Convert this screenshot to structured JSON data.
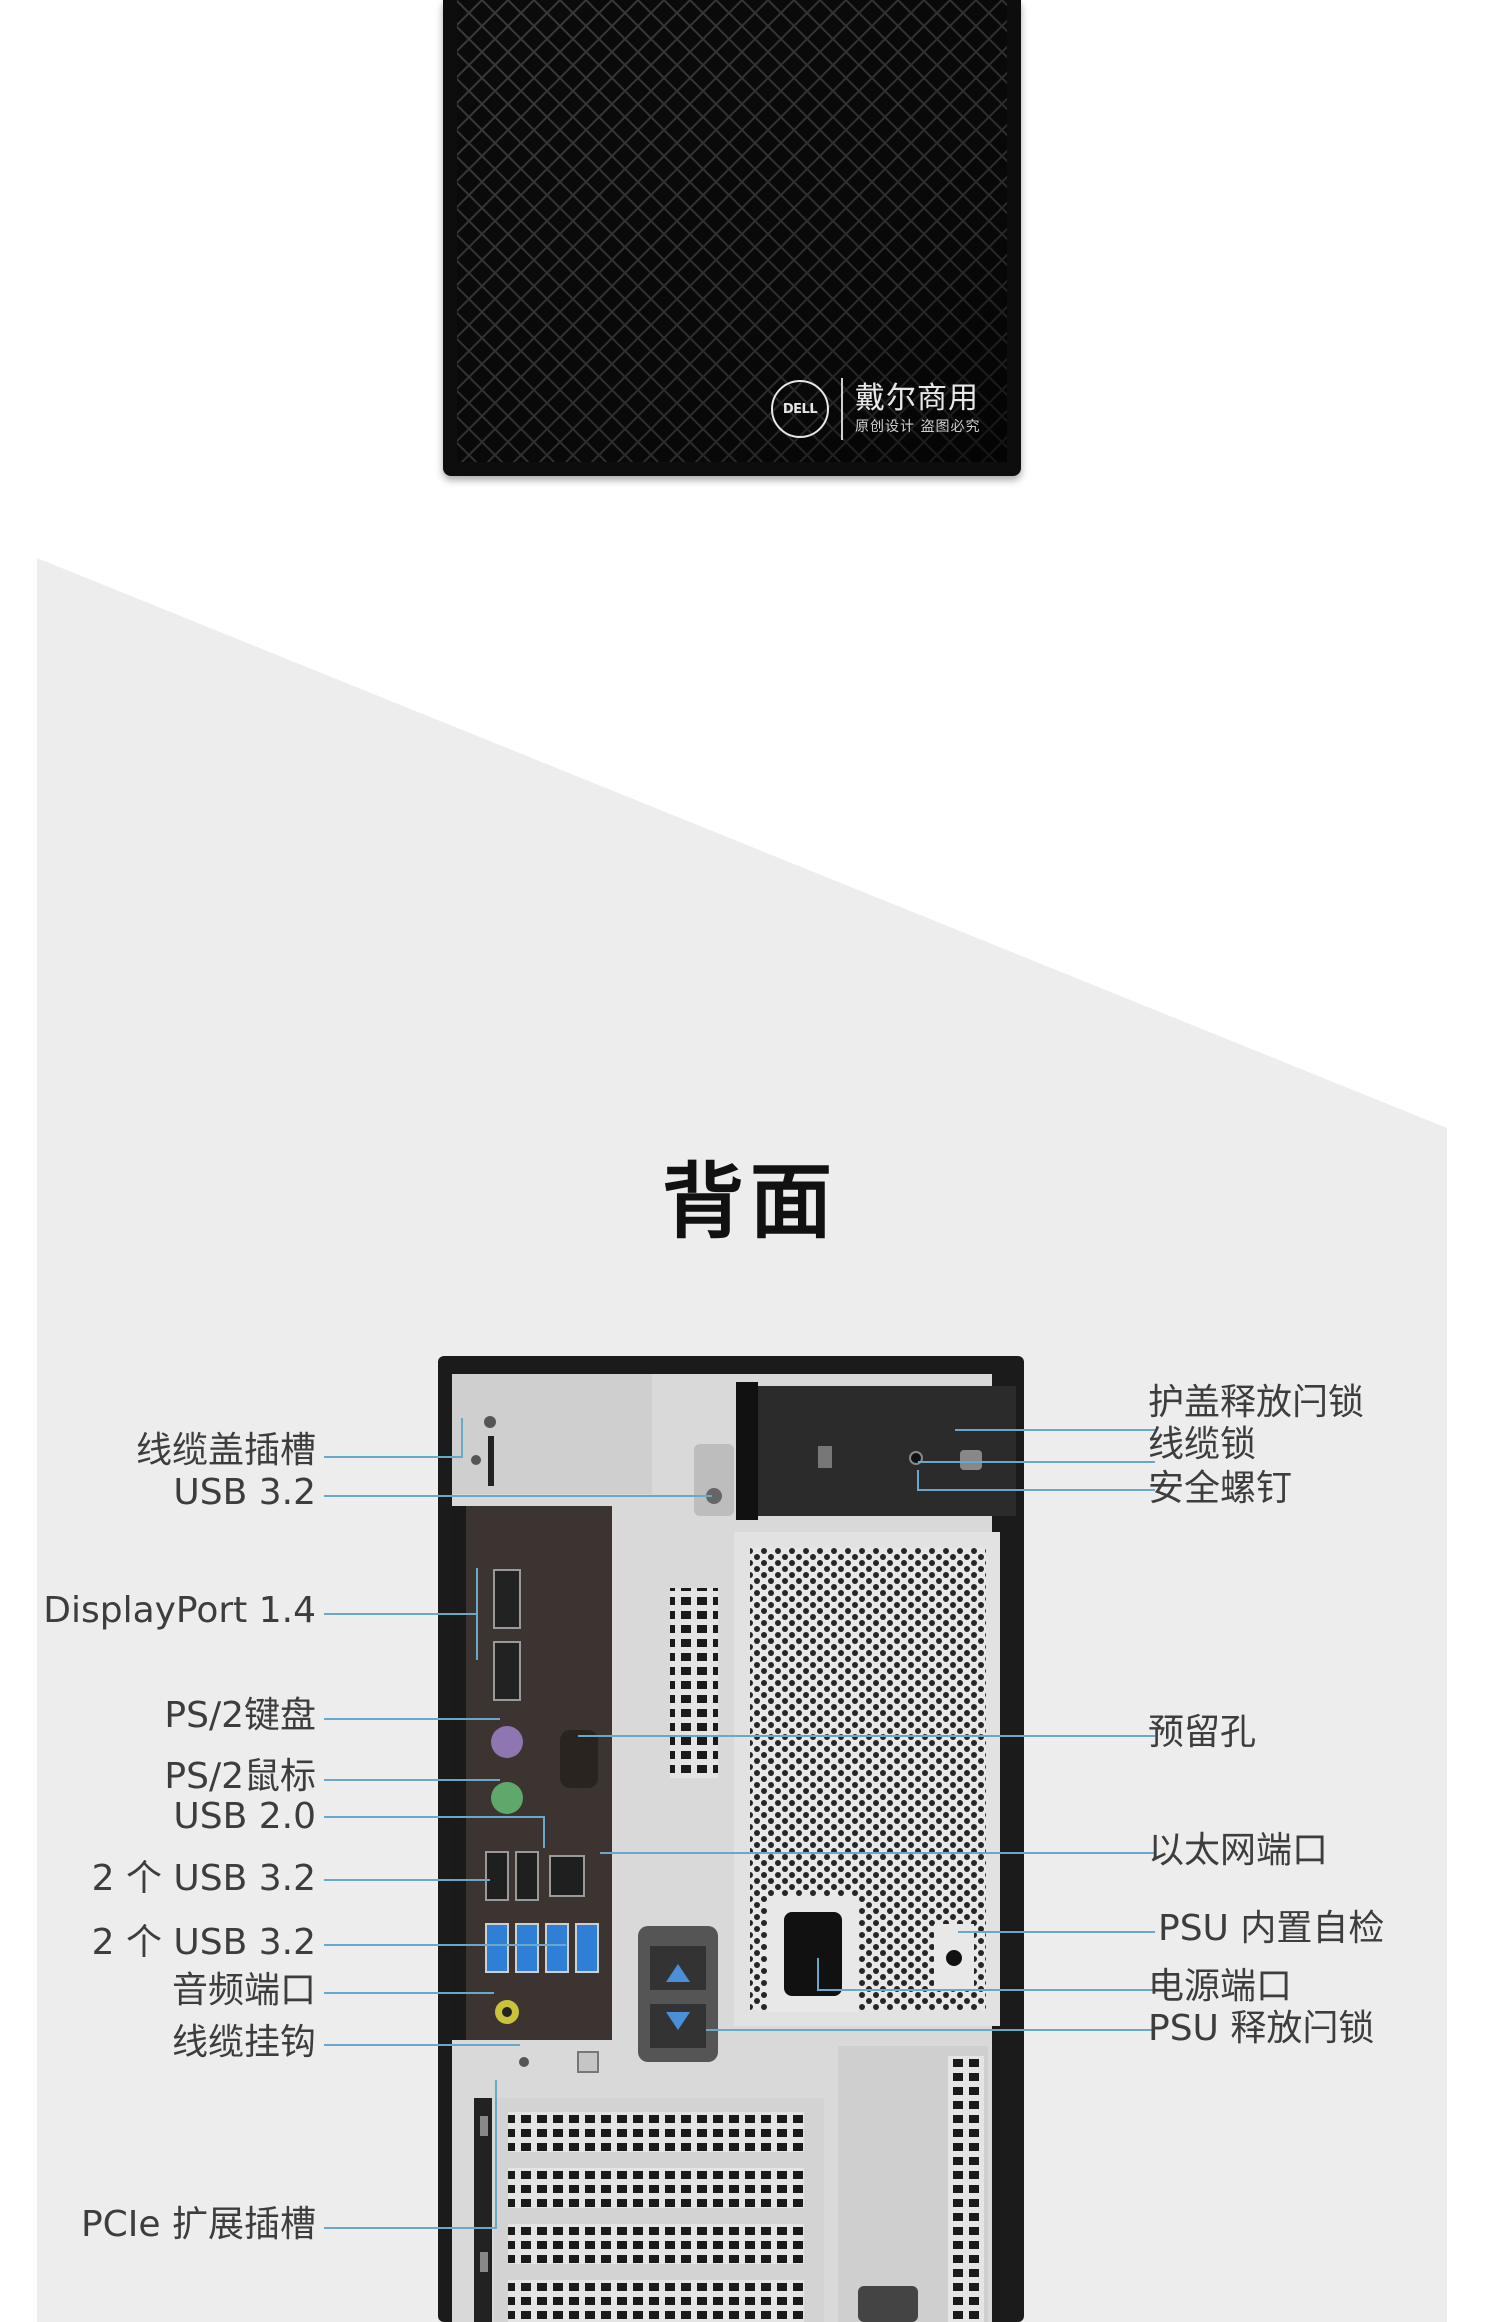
{
  "front": {
    "brand_logo": "DELL",
    "brand_name": "戴尔商用",
    "brand_slogan": "原创设计 盗图必究"
  },
  "section_title": "背面",
  "callouts_left": [
    "线缆盖插槽",
    "USB 3.2",
    "DisplayPort 1.4",
    "PS/2键盘",
    "PS/2鼠标",
    "USB 2.0",
    "2 个 USB 3.2",
    "2 个 USB 3.2",
    "音频端口",
    "线缆挂钩",
    "PCIe 扩展插槽"
  ],
  "callouts_right": [
    "护盖释放闩锁",
    "线缆锁",
    "安全螺钉",
    "预留孔",
    "以太网端口",
    "PSU 内置自检",
    "电源端口",
    "PSU 释放闩锁"
  ],
  "colors": {
    "leader_line": "#6aa7c9",
    "background_shape": "#ededed",
    "chassis": "#1b1b1b",
    "io_panel": "#3b3430",
    "usb3_blue": "#2f7fd6",
    "ps2_keyboard": "#8e76b0",
    "ps2_mouse": "#5fa86b",
    "audio_port": "#c9c23a"
  }
}
